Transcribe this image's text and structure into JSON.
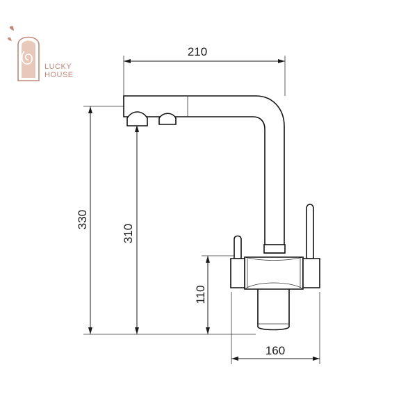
{
  "brand": {
    "line1": "LUCKY",
    "line2": "HOUSE",
    "accent_color": "#c0897a"
  },
  "dimensions": {
    "width_top": "210",
    "height_total": "330",
    "height_spout": "310",
    "height_body": "110",
    "width_base": "160"
  },
  "icons": [
    "lucky-house-logo-icon",
    "faucet-drawing"
  ]
}
